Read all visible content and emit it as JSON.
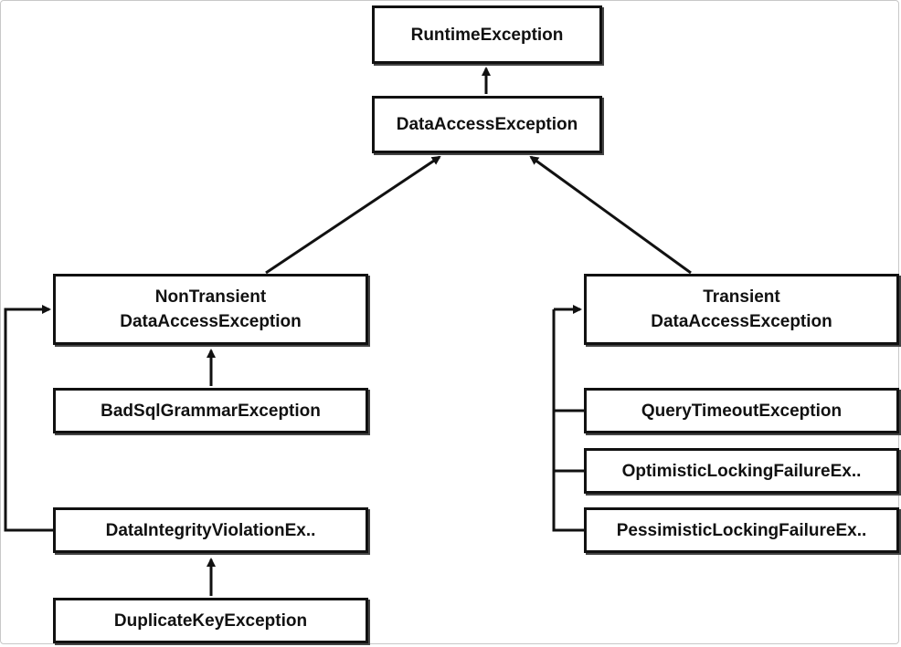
{
  "diagram": {
    "nodes": {
      "runtime": {
        "label": "RuntimeException"
      },
      "data_access": {
        "label": "DataAccessException"
      },
      "non_transient": {
        "label": "NonTransient\nDataAccessException"
      },
      "transient": {
        "label": "Transient\nDataAccessException"
      },
      "bad_sql": {
        "label": "BadSqlGrammarException"
      },
      "integrity": {
        "label": "DataIntegrityViolationEx.."
      },
      "duplicate_key": {
        "label": "DuplicateKeyException"
      },
      "query_timeout": {
        "label": "QueryTimeoutException"
      },
      "optimistic": {
        "label": "OptimisticLockingFailureEx.."
      },
      "pessimistic": {
        "label": "PessimisticLockingFailureEx.."
      }
    },
    "line_color": "#111111"
  }
}
